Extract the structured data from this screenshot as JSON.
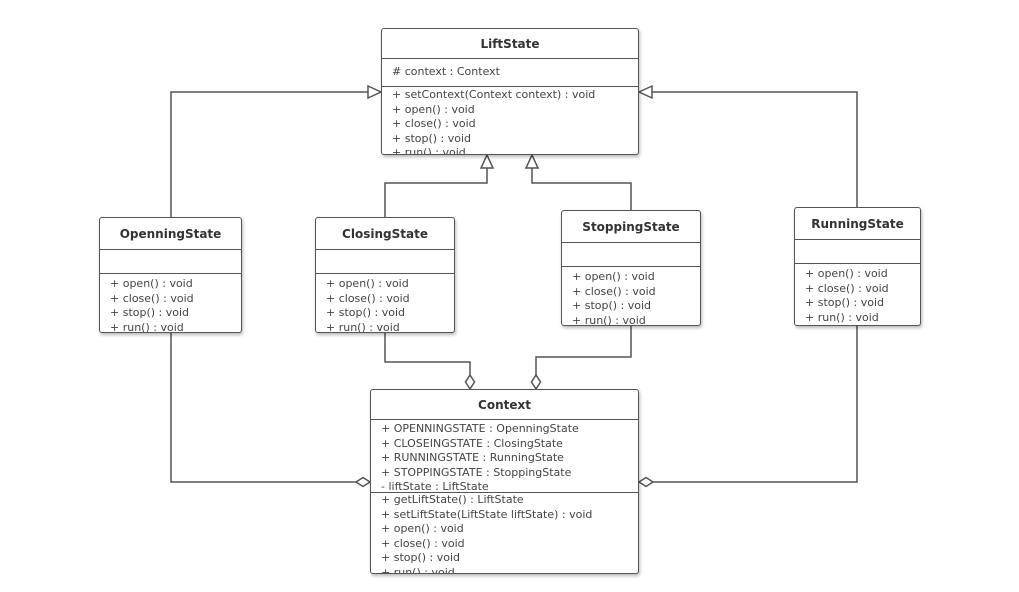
{
  "diagram": {
    "classes": {
      "lift_state": {
        "name": "LiftState",
        "attributes": [
          "# context : Context"
        ],
        "operations": [
          "+ setContext(Context context) : void",
          "+ open() : void",
          "+ close() : void",
          "+ stop() : void",
          "+ run() : void"
        ]
      },
      "openning_state": {
        "name": "OpenningState",
        "attributes": [],
        "operations": [
          "+ open() : void",
          "+ close() : void",
          "+ stop() : void",
          "+ run() : void"
        ]
      },
      "closing_state": {
        "name": "ClosingState",
        "attributes": [],
        "operations": [
          "+ open() : void",
          "+ close() : void",
          "+ stop() : void",
          "+ run() : void"
        ]
      },
      "stopping_state": {
        "name": "StoppingState",
        "attributes": [],
        "operations": [
          "+ open() : void",
          "+ close() : void",
          "+ stop() : void",
          "+ run() : void"
        ]
      },
      "running_state": {
        "name": "RunningState",
        "attributes": [],
        "operations": [
          "+ open() : void",
          "+ close() : void",
          "+ stop() : void",
          "+ run() : void"
        ]
      },
      "context": {
        "name": "Context",
        "attributes": [
          "+ OPENNINGSTATE : OpenningState",
          "+ CLOSEINGSTATE : ClosingState",
          "+ RUNNINGSTATE : RunningState",
          "+ STOPPINGSTATE : StoppingState",
          "- liftState : LiftState"
        ],
        "operations": [
          "+ getLiftState() : LiftState",
          "+ setLiftState(LiftState liftState) : void",
          "+ open() : void",
          "+ close() : void",
          "+ stop() : void",
          "+ run() : void"
        ]
      }
    },
    "relations": [
      {
        "type": "generalization",
        "from": "openning_state",
        "to": "lift_state"
      },
      {
        "type": "generalization",
        "from": "closing_state",
        "to": "lift_state"
      },
      {
        "type": "generalization",
        "from": "stopping_state",
        "to": "lift_state"
      },
      {
        "type": "generalization",
        "from": "running_state",
        "to": "lift_state"
      },
      {
        "type": "aggregation",
        "from": "openning_state",
        "to": "context"
      },
      {
        "type": "aggregation",
        "from": "closing_state",
        "to": "context"
      },
      {
        "type": "aggregation",
        "from": "stopping_state",
        "to": "context"
      },
      {
        "type": "aggregation",
        "from": "running_state",
        "to": "context"
      }
    ],
    "colors": {
      "line": "#555555",
      "text": "#333333",
      "background": "#ffffff"
    }
  }
}
